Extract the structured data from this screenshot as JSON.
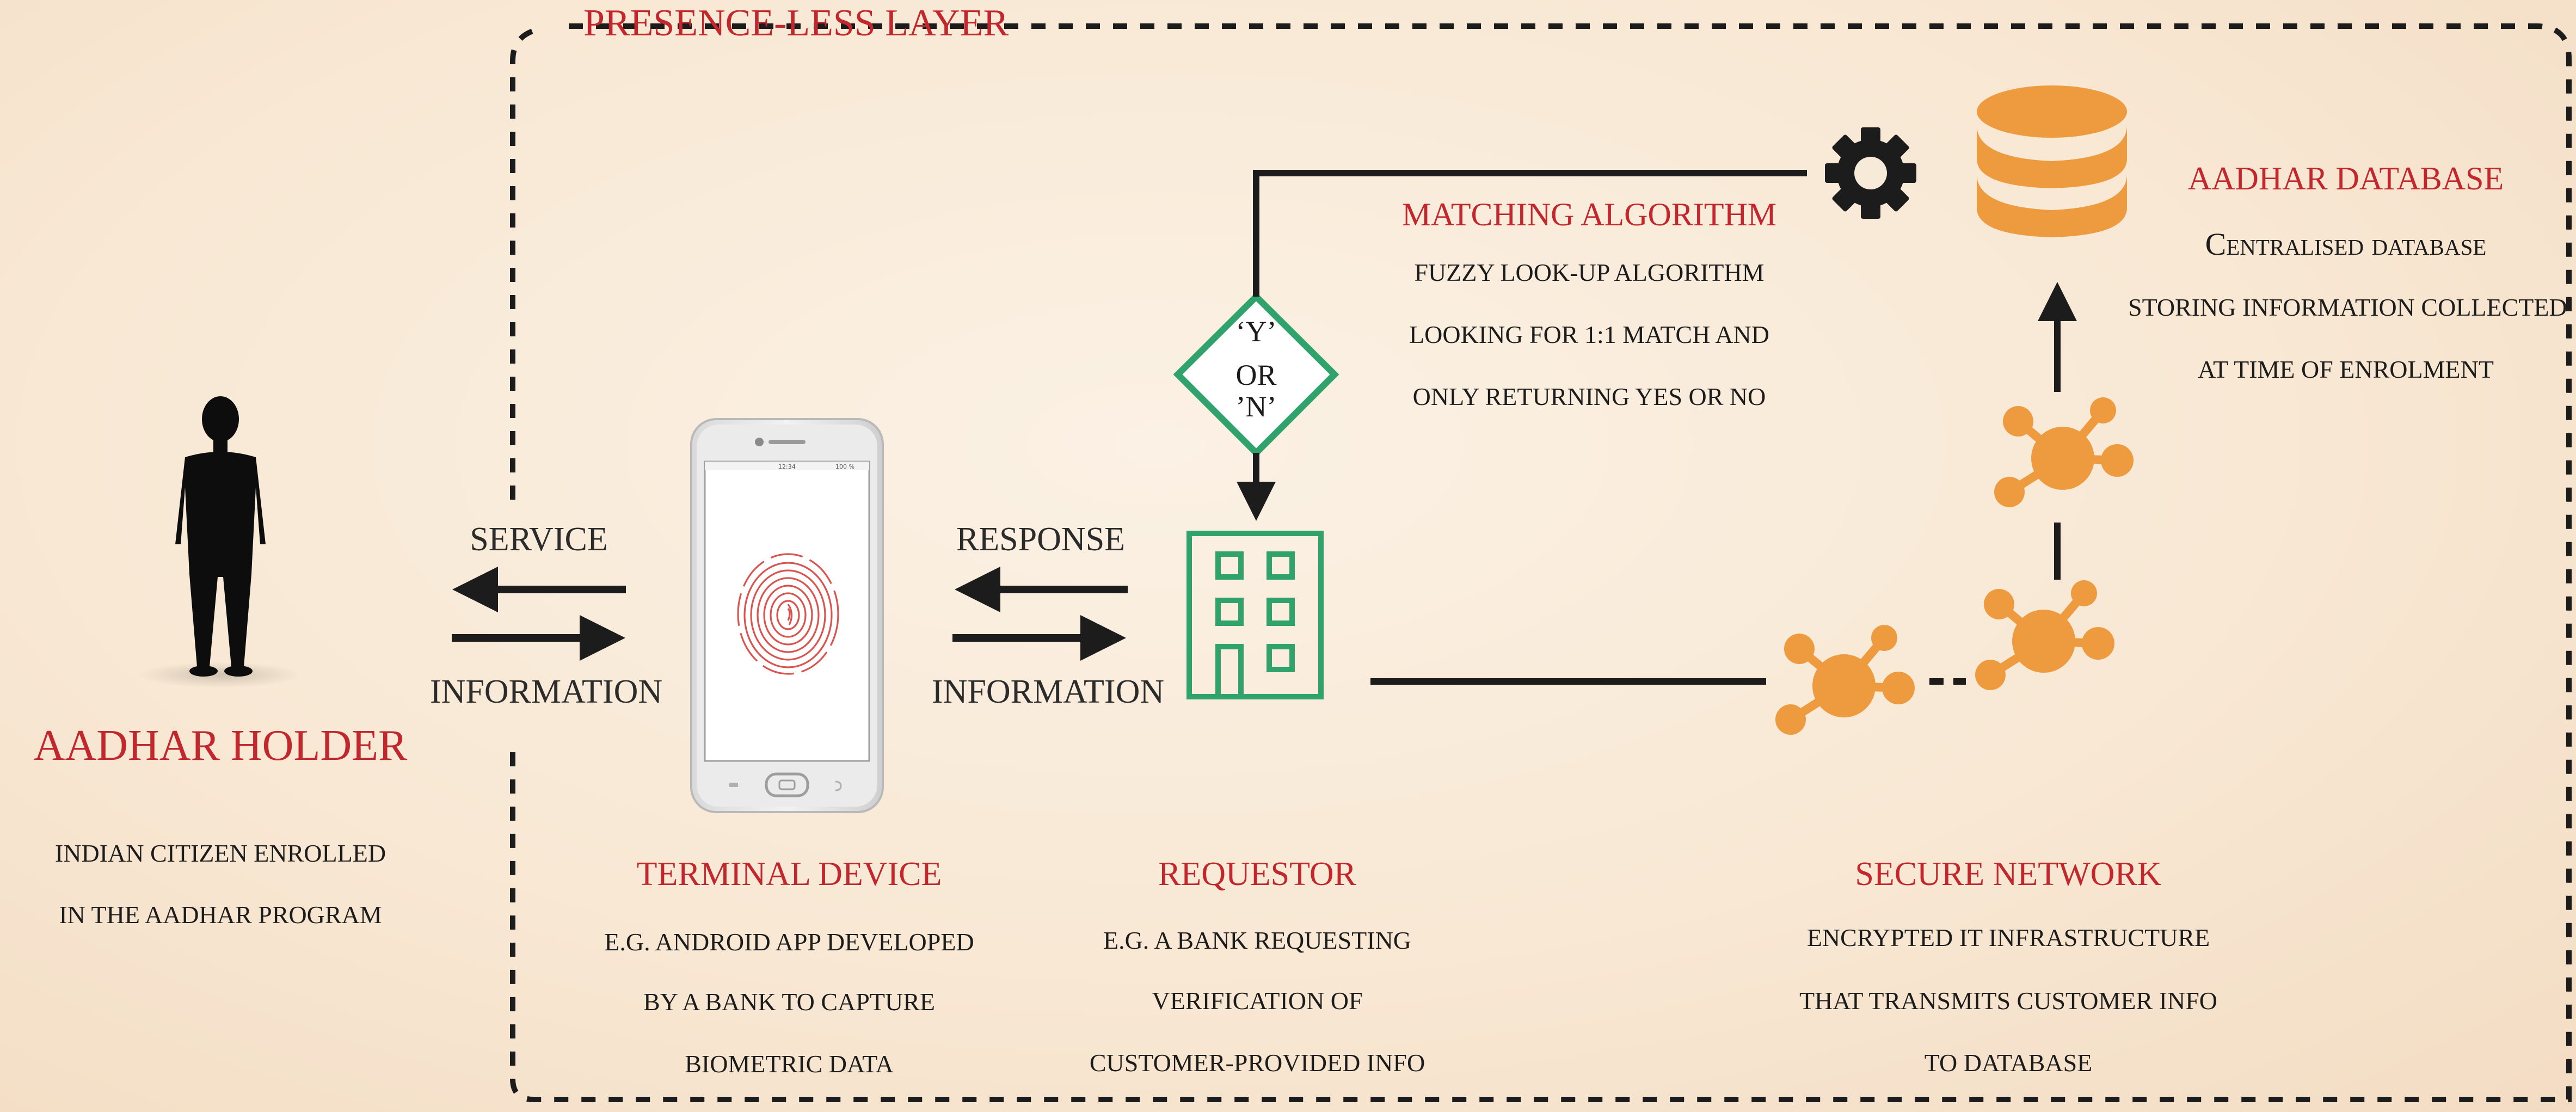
{
  "layer": {
    "title": "PRESENCE-LESS LAYER"
  },
  "holder": {
    "title": "AADHAR HOLDER",
    "lines": [
      "INDIAN CITIZEN ENROLLED",
      "IN THE AADHAR PROGRAM"
    ]
  },
  "flows": {
    "left": {
      "top": "SERVICE",
      "bottom": "INFORMATION"
    },
    "right": {
      "top": "RESPONSE",
      "bottom": "INFORMATION"
    }
  },
  "phone": {
    "status_time": "12:34",
    "status_battery": "100 %"
  },
  "terminal": {
    "title": "TERMINAL DEVICE",
    "lines": [
      "E.G. ANDROID APP DEVELOPED",
      "BY A BANK TO CAPTURE",
      "BIOMETRIC DATA"
    ]
  },
  "requestor": {
    "title": "REQUESTOR",
    "lines": [
      "E.G. A BANK REQUESTING",
      "VERIFICATION OF",
      "CUSTOMER-PROVIDED INFO"
    ]
  },
  "decision": {
    "lines": [
      "‘Y’",
      "OR",
      "’N’"
    ]
  },
  "matching": {
    "title": "MATCHING ALGORITHM",
    "lines": [
      "FUZZY LOOK-UP ALGORITHM",
      "LOOKING FOR 1:1 MATCH AND",
      "ONLY RETURNING YES OR NO"
    ]
  },
  "database": {
    "title": "AADHAR DATABASE",
    "lines": [
      "Centralised database",
      "STORING INFORMATION COLLECTED",
      "AT TIME OF ENROLMENT"
    ]
  },
  "network": {
    "title": "SECURE NETWORK",
    "lines": [
      "ENCRYPTED IT INFRASTRUCTURE",
      "THAT TRANSMITS CUSTOMER INFO",
      "TO DATABASE"
    ]
  },
  "colors": {
    "accent_red": "#c1272d",
    "green": "#2fa36b",
    "orange": "#ee9a3f",
    "ink": "#1c1c1c"
  },
  "icons": [
    "person-silhouette-icon",
    "smartphone-icon",
    "fingerprint-icon",
    "building-icon",
    "decision-diamond-icon",
    "gear-icon",
    "database-icon",
    "network-node-icon"
  ]
}
